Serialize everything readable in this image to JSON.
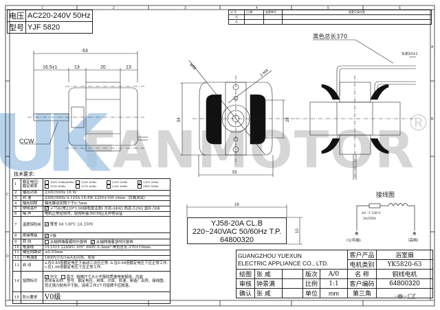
{
  "header": {
    "voltage_label": "电压",
    "voltage_value": "AC220-240V 50Hz",
    "model_label": "型号",
    "model_value": "YJF 5820"
  },
  "revision": {
    "headers": [
      "记 号",
      "日 期",
      "变更单号",
      "变更记录内容"
    ],
    "marks": [
      "⚠",
      "⚠"
    ]
  },
  "ruler": {
    "columns": [
      "1",
      "2",
      "3",
      "4",
      "5",
      "6"
    ],
    "rows": [
      "A",
      "B",
      "C",
      "D"
    ]
  },
  "watermark": {
    "logo": "UK",
    "text": "FANMOTOR",
    "registered": "®"
  },
  "side_view": {
    "dim_total": "63",
    "dims": [
      "16.5±1",
      "13",
      "20",
      "13"
    ],
    "rotation": "CCW"
  },
  "front_view": {
    "dia": "φ58",
    "screw": "2-M4",
    "height": "54",
    "width": "55",
    "core": "28"
  },
  "lead_view": {
    "lead_length": "黑色总长370",
    "strip": "车剥10±1"
  },
  "nameplate": {
    "width_dim": "16",
    "height_dim": "10",
    "lines": [
      "YJ58-20A  CL.B",
      "220~240VAC 50/60Hz  T.P.",
      "64800320"
    ]
  },
  "wiring": {
    "title": "接线图",
    "fuse": "A4 - F 130℃",
    "fuse_rating": "2A/250V",
    "left_color": "黑",
    "left_role": "(公共端)",
    "right_color": "黑",
    "right_role": "（高档）"
  },
  "spec": {
    "title": "技术要求:",
    "rows": [
      {
        "no": "1",
        "name": "额定电压/额定频率",
        "options": [
          {
            "checked": false,
            "label": "100V 50Hz/60Hz"
          },
          {
            "checked": false,
            "label": "120V 60Hz"
          },
          {
            "checked": false,
            "label": "220V 50Hz"
          },
          {
            "checked": true,
            "label": "230V 50Hz"
          },
          {
            "checked": false,
            "label": "110V 60Hz"
          },
          {
            "checked": false,
            "label": "127V 60Hz"
          },
          {
            "checked": false,
            "label": "220V 60Hz"
          },
          {
            "checked": false,
            "label": "240V 50Hz"
          }
        ]
      },
      {
        "no": "2",
        "name": "输出功率",
        "value": "230V/50Hz   18 W"
      },
      {
        "no": "3",
        "name": "转    速",
        "value": "230V/50Hz    0.125A    18.4W      2250±100 r/min（负载测试）"
      },
      {
        "no": "4",
        "name": "轴向间隙",
        "value": "轴向窜动间隙少于0.7mm"
      },
      {
        "no": "5",
        "name": "绕组温升",
        "value": "<75K(用230*1.06倍电阻法测) 冷态:440Ω  热态:529Ω  温升:58K"
      },
      {
        "no": "6",
        "name": "噪    声",
        "value": "电机正常运转时，取视听者30CM应无异常杂音"
      },
      {
        "no": "7",
        "name": "温度保险丝",
        "value": "惟宝  A4  130℃   2A   250V"
      },
      {
        "no": "8",
        "name": "绝缘等级",
        "value": "F级"
      },
      {
        "no": "9",
        "name": "转    向",
        "opt1": "从轴伸端看顺时针旋转",
        "opt2": "从轴伸端看逆时针旋转"
      },
      {
        "no": "10",
        "name": "电源线",
        "value": "UL1015 22AWG 105°  600V  0.3mm²  黑色总长:370±10mm"
      },
      {
        "no": "11",
        "name": "轴径向跳动",
        "value": "≤0.03mm"
      },
      {
        "no": "12",
        "name": "介电强度",
        "value": "1800V/1S/1mA无闪烁、击穿"
      },
      {
        "no": "13",
        "name": "启    动",
        "value": "a.在0.85倍额定电压下启动三次应正常.   b.在0.94倍额定电压下应正常工作.",
        "value2": "c.在1.06倍额定电压下应正常工作."
      },
      {
        "no": "14",
        "name": "铭牌标识",
        "opt1": "中文",
        "opt2": "英文",
        "value": "铭牌尺寸大小不限材质使用哑银纸，内容",
        "value2": "必须有名称、型号、额定电压、频率、功率、转速、制造厂名称、接线图。",
        "value3": "背迁强力耐热不干胶，连续工作3个月铭牌不应脱落。"
      },
      {
        "no": "15",
        "name": "防火要求",
        "value": "V0级"
      }
    ]
  },
  "title_block": {
    "company1": "GUANGZHOU YUEXUN",
    "company2": "ELECTRIC APPLIANCE CO., LTD.",
    "customer_product_label": "客户产品",
    "customer_product": "浴室扇",
    "motor_type_label": "电机类别",
    "motor_type": "YK5820-63",
    "draw_label": "绘图",
    "draw_name": "张  咸",
    "check_label": "审核",
    "check_name": "钟景满",
    "confirm_label": "确认",
    "confirm_name": "张  咸",
    "version_label": "版次",
    "version": "A/0",
    "scale_label": "比例",
    "scale": "1:1",
    "unit_label": "单位",
    "unit": "mm",
    "name_label": "名 称",
    "name": "铜线电机",
    "code_label": "客户编码",
    "code": "64800320",
    "projection": "第三角"
  }
}
